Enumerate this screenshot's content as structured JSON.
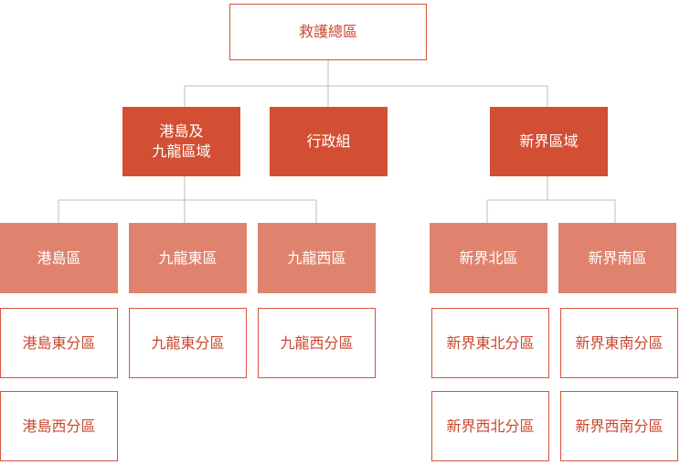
{
  "colors": {
    "dark_fill": "#d24f34",
    "light_fill": "#e0836e",
    "outline_border": "#d5533c",
    "outline_text": "#c8472f",
    "connector": "#bdbdbd"
  },
  "root": {
    "label": "救護總區"
  },
  "level1": {
    "hk_kowloon": {
      "line1": "港島及",
      "line2": "九龍區域"
    },
    "admin": {
      "label": "行政組"
    },
    "nt": {
      "label": "新界區域"
    }
  },
  "level2": {
    "hk_island": {
      "label": "港島區"
    },
    "kowloon_east": {
      "label": "九龍東區"
    },
    "kowloon_west": {
      "label": "九龍西區"
    },
    "nt_north": {
      "label": "新界北區"
    },
    "nt_south": {
      "label": "新界南區"
    }
  },
  "level3": {
    "hk_east": {
      "label": "港島東分區"
    },
    "hk_west": {
      "label": "港島西分區"
    },
    "kowloon_east_div": {
      "label": "九龍東分區"
    },
    "kowloon_west_div": {
      "label": "九龍西分區"
    },
    "nt_northeast": {
      "label": "新界東北分區"
    },
    "nt_northwest": {
      "label": "新界西北分區"
    },
    "nt_southeast": {
      "label": "新界東南分區"
    },
    "nt_southwest": {
      "label": "新界西南分區"
    }
  }
}
